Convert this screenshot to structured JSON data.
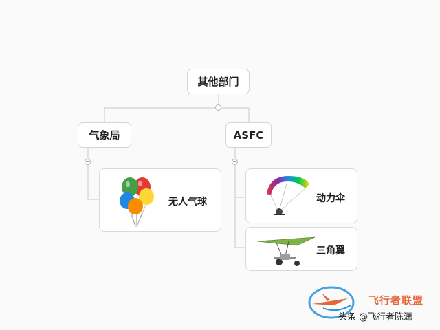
{
  "diagram": {
    "root": {
      "label": "其他部门"
    },
    "branches": [
      {
        "label": "气象局",
        "children": [
          {
            "label": "无人气球",
            "image": "balloons-icon"
          }
        ]
      },
      {
        "label": "ASFC",
        "children": [
          {
            "label": "动力伞",
            "image": "paramotor-icon"
          },
          {
            "label": "三角翼",
            "image": "hang-glider-trike-icon"
          }
        ]
      }
    ]
  },
  "watermark": {
    "brand": "飞行者联盟",
    "author": "头条 @飞行者陈潇",
    "logo": "airplane-globe-logo"
  },
  "colors": {
    "connector": "#c8c8c8",
    "node_border": "#d4d4d4",
    "brand_orange": "#e5663a",
    "brand_blue": "#2a8fd6"
  }
}
